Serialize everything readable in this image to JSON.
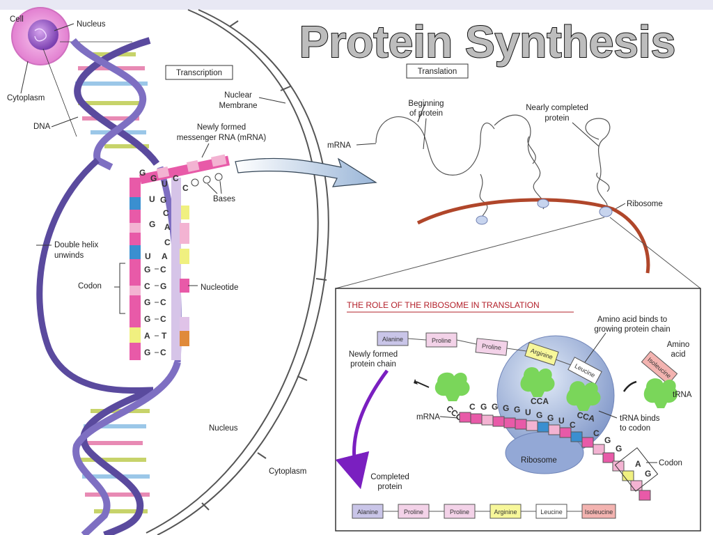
{
  "title": "Protein Synthesis",
  "cell_labels": {
    "cell": "Cell",
    "nucleus": "Nucleus",
    "cytoplasm": "Cytoplasm",
    "dna": "DNA"
  },
  "transcription": {
    "heading": "Transcription",
    "nuclear_membrane": [
      "Nuclear",
      "Membrane"
    ],
    "newly_formed_mrna": [
      "Newly formed",
      "messenger RNA (mRNA)"
    ],
    "bases": "Bases",
    "double_helix": [
      "Double helix",
      "unwinds"
    ],
    "codon": "Codon",
    "nucleotide": "Nucleotide",
    "nucleus_label": "Nucleus",
    "cytoplasm_label": "Cytoplasm",
    "mrna_bases": [
      "U",
      "G",
      "U",
      "G",
      "C",
      "G",
      "G",
      "A",
      "G"
    ],
    "dna_bases": [
      "G",
      "C",
      "A",
      "C",
      "A",
      "C",
      "G",
      "C",
      "C",
      "T",
      "C"
    ]
  },
  "translation": {
    "heading": "Translation",
    "beginning": [
      "Beginning",
      "of protein"
    ],
    "nearly_completed": [
      "Nearly completed",
      "protein"
    ],
    "mrna": "mRNA",
    "ribosome": "Ribosome"
  },
  "ribosome_role": {
    "heading": "THE ROLE OF THE RIBOSOME IN TRANSLATION",
    "amino_binds": [
      "Amino acid binds to",
      "growing protein chain"
    ],
    "amino_acid": [
      "Amino",
      "acid"
    ],
    "newly_formed_chain": [
      "Newly formed",
      "protein chain"
    ],
    "trna": "tRNA",
    "trna_binds": [
      "tRNA binds",
      "to codon"
    ],
    "mrna": "mRNA",
    "ribosome": "Ribosome",
    "codon": "Codon",
    "completed_protein": [
      "Completed",
      "protein"
    ],
    "chain_boxes": [
      "Alanine",
      "Proline",
      "Proline",
      "Arginine",
      "Leucine"
    ],
    "incoming_box": "Isoleucine",
    "final_chain": [
      "Alanine",
      "Proline",
      "Proline",
      "Arginine",
      "Leucine",
      "Isoleucine"
    ],
    "trna_left": "CCC",
    "trna_mid1": "CCA",
    "trna_mid2": "CCA",
    "mrna_seq": [
      "C",
      "G",
      "G",
      "G",
      "G",
      "U",
      "G",
      "G",
      "U",
      "C",
      "C",
      "G",
      "G",
      "A",
      "G"
    ]
  },
  "colors": {
    "helix_dark": "#5a4a9e",
    "mrna_pink": "#e85aa8",
    "mrna_light": "#f3b3d2",
    "ribosome_fill": "#9fb3d8",
    "trna_green": "#7ad65a",
    "arrow_purple": "#7a1fc0",
    "rna_strand": "#b0462a"
  }
}
